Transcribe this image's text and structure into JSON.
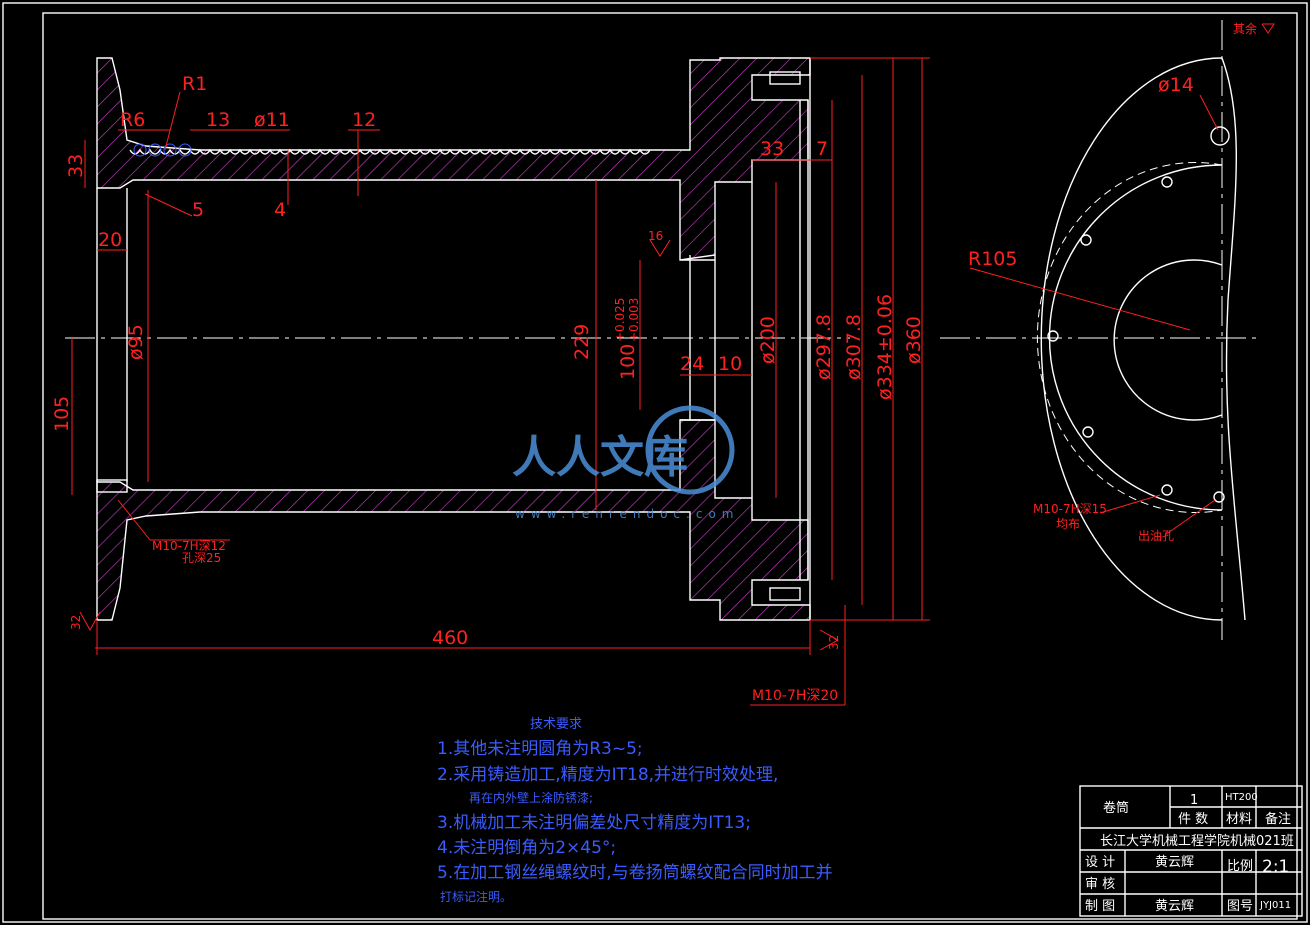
{
  "surface_mark_rest": "其余",
  "dims": {
    "r1": "R1",
    "r6": "R6",
    "d13": "13",
    "d11": "ø11",
    "d12": "12",
    "d33": "33",
    "d5": "5",
    "d4": "4",
    "d20": "20",
    "d16": "16",
    "d95": "ø95",
    "d229": "229",
    "d100": "100",
    "d100_tol_up": "+0.025",
    "d100_tol_lo": "+0.003",
    "d105": "105",
    "d24": "24",
    "d10": "10",
    "d200": "ø200",
    "d297": "ø297.8",
    "d307": "ø307.8",
    "d334": "ø334±0.06",
    "d360": "ø360",
    "d33b": "33",
    "d7": "7",
    "d460": "460",
    "d32a": "32",
    "d32b": "32",
    "m10_12": "M10-7H深12",
    "m10_12b": "孔深25",
    "m10_20": "M10-7H深20",
    "d14": "ø14",
    "r105": "R105",
    "m10_15": "M10-7H深15",
    "m10_15b": "均布",
    "oil_hole": "出油孔"
  },
  "notes": {
    "title": "技术要求",
    "items": [
      "1.其他未注明圆角为R3~5;",
      "2.采用铸造加工,精度为IT18,并进行时效处理,",
      "再在内外壁上涂防锈漆;",
      "3.机械加工未注明偏差处尺寸精度为IT13;",
      "4.未注明倒角为2×45°;",
      "5.在加工钢丝绳螺纹时,与卷扬筒螺纹配合同时加工并",
      "打标记注明。"
    ]
  },
  "title_block": {
    "part_name": "卷筒",
    "quantity": "1",
    "quantity_label": "件 数",
    "material": "HT200",
    "material_label": "材料",
    "remark_label": "备注",
    "school": "长江大学机械工程学院机械021班",
    "design_label": "设 计",
    "designer": "黄云辉",
    "scale_label": "比例",
    "scale": "2:1",
    "review_label": "审 核",
    "draw_label": "制 图",
    "drafter": "黄云辉",
    "drawing_no_label": "图号",
    "drawing_no": "JYJ011"
  },
  "watermark": {
    "brand": "人人文库",
    "url": "www.renrendoc.com"
  },
  "colors": {
    "background": "#000000",
    "outline": "#ffffff",
    "dimension": "#ff2020",
    "notes": "#3a5cff",
    "watermark": "#4a8fd8"
  }
}
